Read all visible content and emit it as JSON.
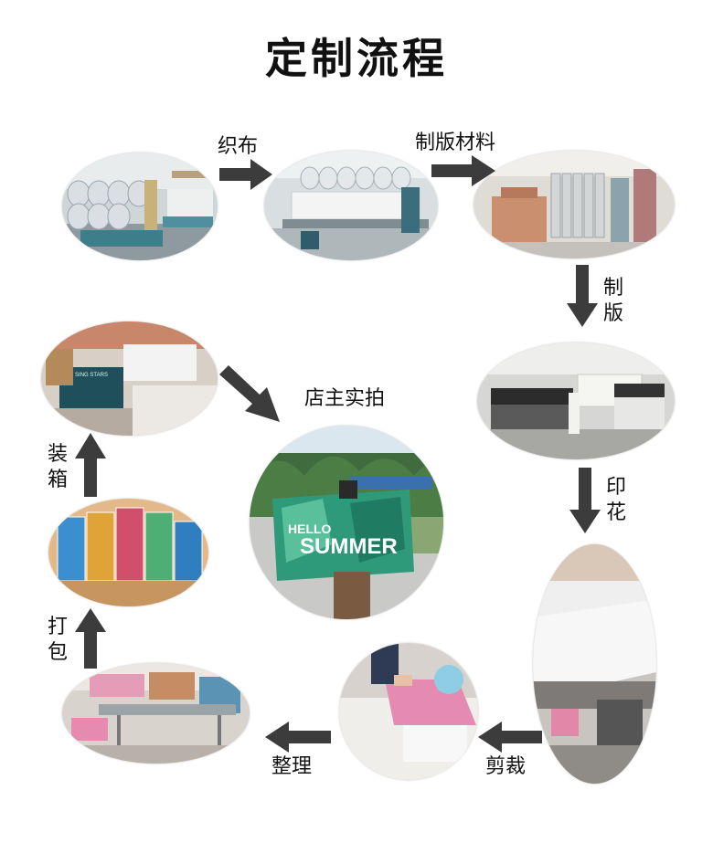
{
  "title": "定制流程",
  "steps": {
    "weaving": "织布",
    "plate_material": "制版材料",
    "plate_making": [
      "制",
      "版"
    ],
    "printing": [
      "印",
      "花"
    ],
    "cutting": "剪裁",
    "sorting": "整理",
    "packing": [
      "打",
      "包"
    ],
    "boxing": [
      "装",
      "箱"
    ],
    "shop_photo": "店主实拍"
  },
  "photo_text": {
    "banner_line1": "HELLO",
    "banner_line2": "SUMMER",
    "box_label": "SING STARS"
  },
  "colors": {
    "arrow": "#3c3c3c",
    "text": "#111111"
  }
}
